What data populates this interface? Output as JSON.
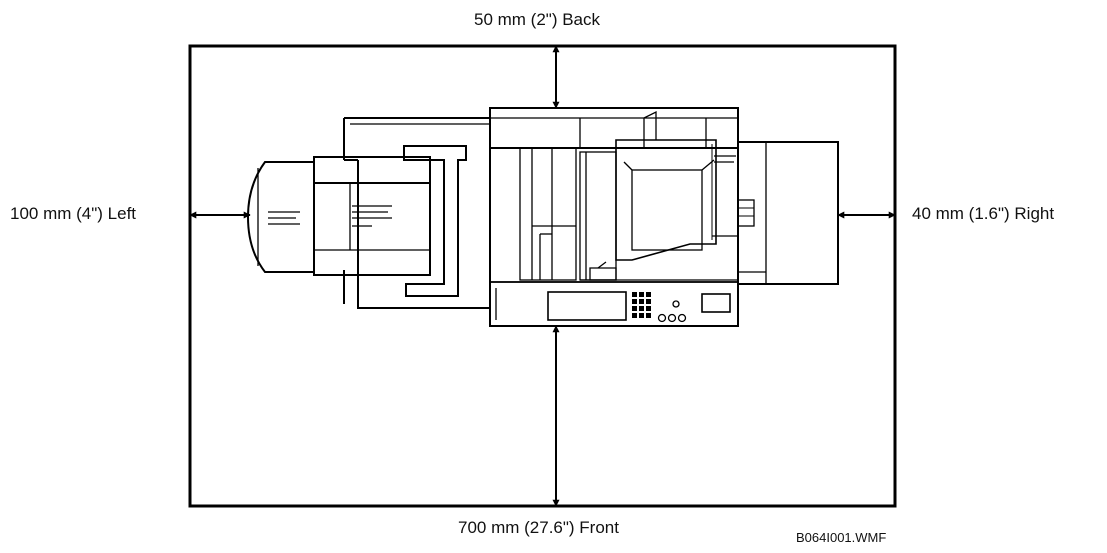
{
  "labels": {
    "back": "50 mm (2\") Back",
    "left": "100 mm (4\") Left",
    "right": "40 mm (1.6\") Right",
    "front": "700 mm (27.6\") Front",
    "figure_id": "B064I001.WMF"
  }
}
